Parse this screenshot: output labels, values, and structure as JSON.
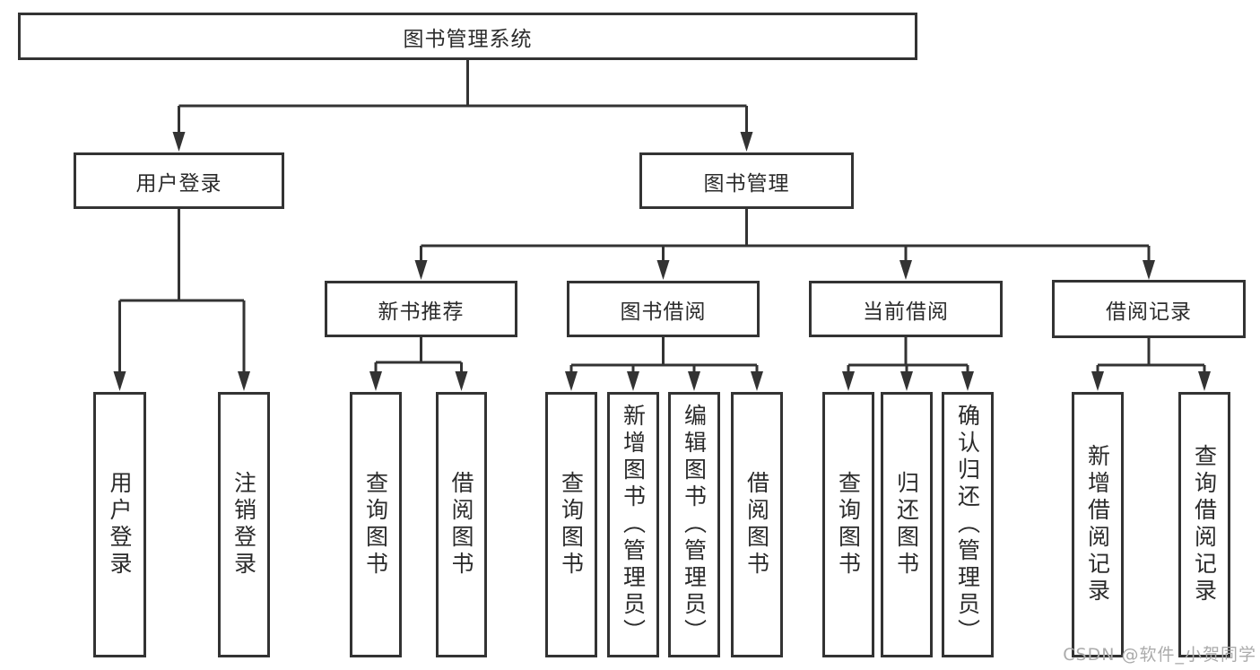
{
  "colors": {
    "line": "#333333",
    "box_border": "#333333",
    "text": "#2b2b2b",
    "background": "#ffffff",
    "watermark": "#ababab"
  },
  "watermark": {
    "text": "CSDN @软件_小贺同学"
  },
  "nodes": {
    "root": {
      "label": "图书管理系统"
    },
    "level2": [
      {
        "label": "用户登录"
      },
      {
        "label": "图书管理"
      }
    ],
    "level3": [
      {
        "label": "新书推荐"
      },
      {
        "label": "图书借阅"
      },
      {
        "label": "当前借阅"
      },
      {
        "label": "借阅记录"
      }
    ],
    "leaves": [
      {
        "label": "用户登录"
      },
      {
        "label": "注销登录"
      },
      {
        "label": "查询图书"
      },
      {
        "label": "借阅图书"
      },
      {
        "label": "查询图书"
      },
      {
        "label": "新增图书（管理员）"
      },
      {
        "label": "编辑图书（管理员）"
      },
      {
        "label": "借阅图书"
      },
      {
        "label": "查询图书"
      },
      {
        "label": "归还图书"
      },
      {
        "label": "确认归还（管理员）"
      },
      {
        "label": "新增借阅记录"
      },
      {
        "label": "查询借阅记录"
      }
    ]
  }
}
